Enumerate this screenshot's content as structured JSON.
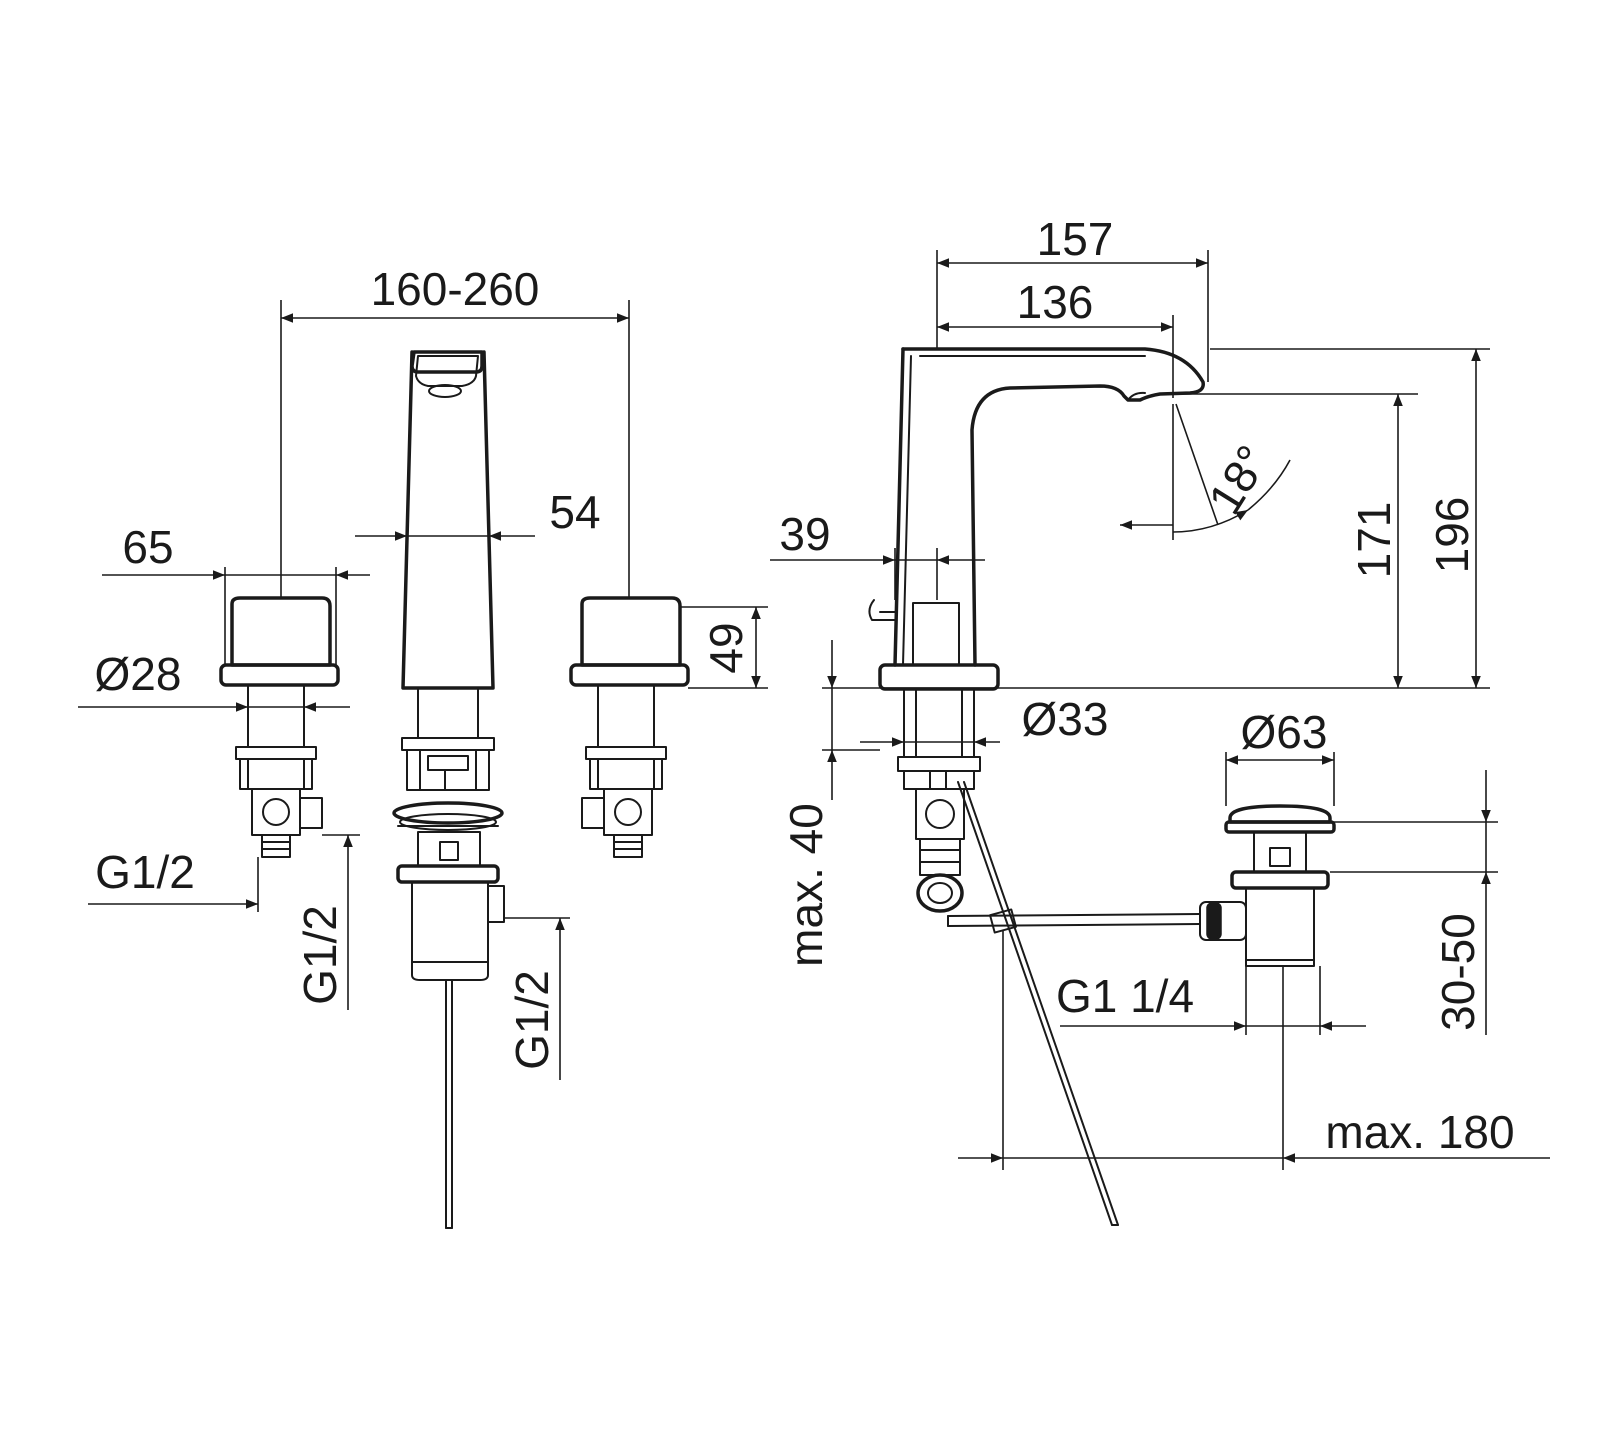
{
  "dimensions": {
    "width_range": "160-260",
    "handle_spacing": "65",
    "spout_width": "54",
    "handle_diameter": "Ø28",
    "handle_height": "49",
    "spout_length_outer": "157",
    "spout_length_inner": "136",
    "spout_base_offset": "39",
    "spout_angle": "18°",
    "outlet_height": "171",
    "total_height": "196",
    "base_diameter": "Ø33",
    "deck_thickness": "max. 40",
    "drain_diameter": "Ø63",
    "drain_adjust": "30-50",
    "drain_thread": "G1 1/4",
    "pull_rod_reach": "max. 180",
    "connection_left": "G1/2",
    "connection_mid": "G1/2",
    "connection_right": "G1/2"
  },
  "colors": {
    "line": "#1a1a1a",
    "background": "#ffffff"
  }
}
